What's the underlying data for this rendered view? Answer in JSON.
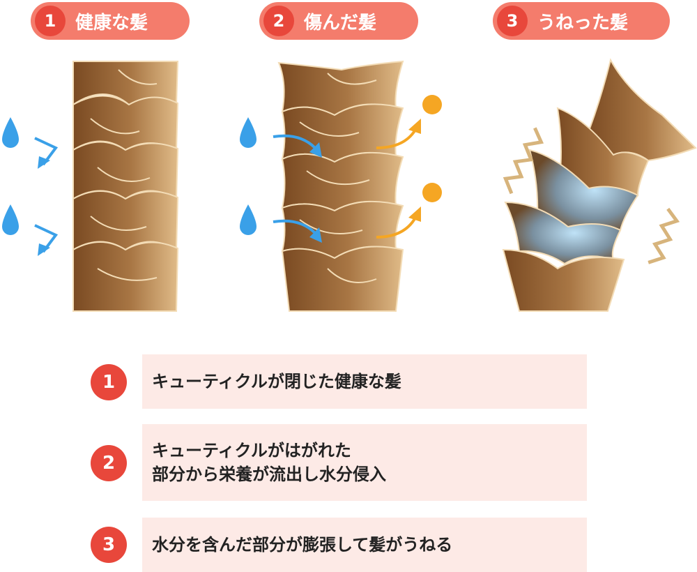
{
  "headers": [
    {
      "num": "1",
      "label": "健康な髪"
    },
    {
      "num": "2",
      "label": "傷んだ髪"
    },
    {
      "num": "3",
      "label": "うねった髪"
    }
  ],
  "legend": [
    {
      "num": "1",
      "lines": [
        "キューティクルが閉じた健康な髪"
      ]
    },
    {
      "num": "2",
      "lines": [
        "キューティクルがはがれた",
        "部分から栄養が流出し水分侵入"
      ]
    },
    {
      "num": "3",
      "lines": [
        "水分を含んだ部分が膨張して髪がうねる"
      ]
    }
  ],
  "colors": {
    "accent_dark": "#e8473b",
    "accent_pill": "#f47c6c",
    "hair_brown": "#8a5a2e",
    "hair_light": "#e6c08c",
    "water_blue": "#3aa0e8",
    "nutrient_orange": "#f5a623",
    "legend_bg": "#fdeae6"
  },
  "icons": [
    "water-drop-icon",
    "arrow-in-icon",
    "arrow-out-icon",
    "nutrient-dot-icon",
    "zigzag-icon"
  ]
}
